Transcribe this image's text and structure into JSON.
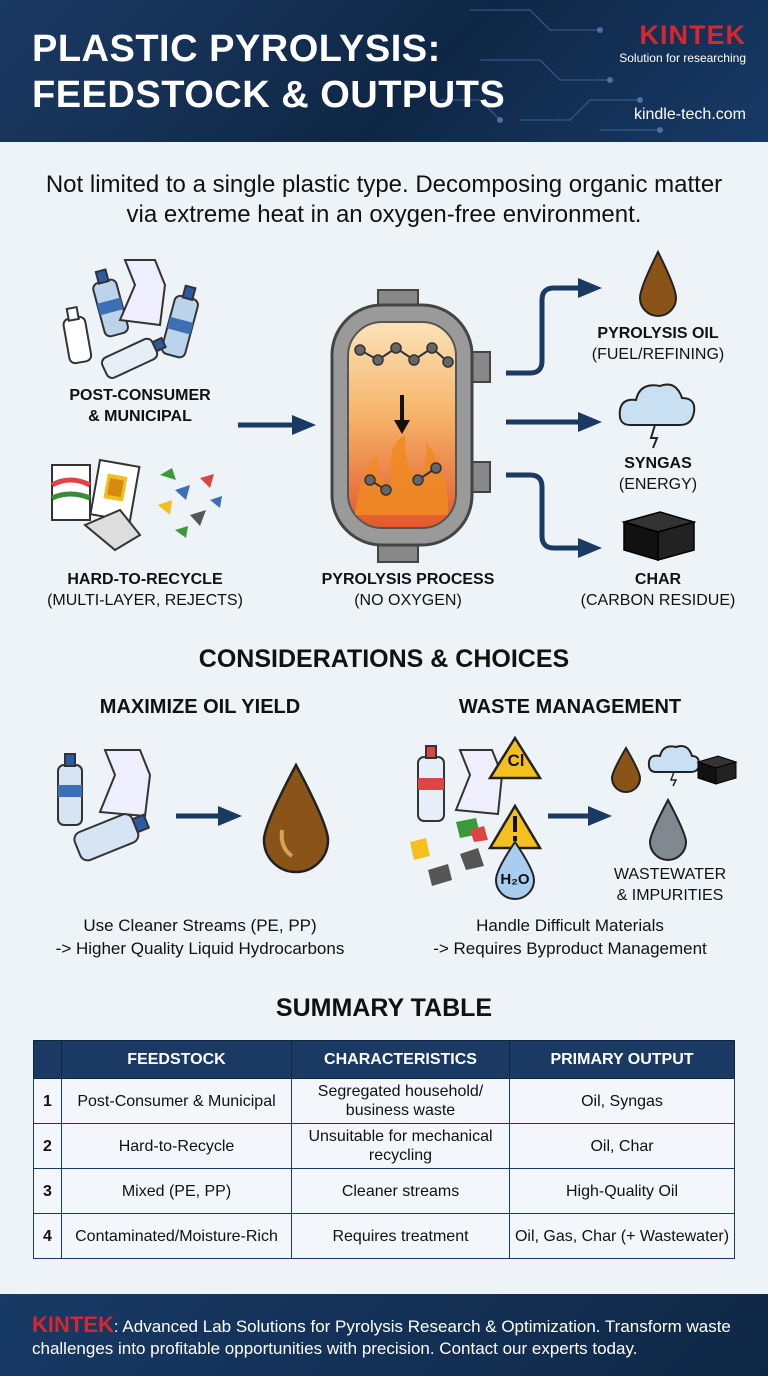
{
  "header": {
    "title_line1": "PLASTIC PYROLYSIS:",
    "title_line2": "FEEDSTOCK & OUTPUTS",
    "brand": "KINTEK",
    "tagline": "Solution for researching",
    "website": "kindle-tech.com"
  },
  "intro": "Not limited to a single plastic type. Decomposing organic matter via extreme heat in an oxygen-free environment.",
  "flow": {
    "input1": {
      "title": "POST-CONSUMER",
      "sub": "& MUNICIPAL"
    },
    "input2": {
      "title": "HARD-TO-RECYCLE",
      "sub": "(MULTI-LAYER, REJECTS)"
    },
    "process": {
      "title": "PYROLYSIS PROCESS",
      "sub": "(NO OXYGEN)"
    },
    "output1": {
      "title": "PYROLYSIS OIL",
      "sub": "(FUEL/REFINING)"
    },
    "output2": {
      "title": "SYNGAS",
      "sub": "(ENERGY)"
    },
    "output3": {
      "title": "CHAR",
      "sub": "(CARBON RESIDUE)"
    }
  },
  "considerations": {
    "heading": "CONSIDERATIONS & CHOICES",
    "left": {
      "heading": "MAXIMIZE OIL YIELD",
      "line1": "Use Cleaner Streams (PE, PP)",
      "line2": "-> Higher Quality Liquid Hydrocarbons"
    },
    "right": {
      "heading": "WASTE MANAGEMENT",
      "line1": "Handle Difficult Materials",
      "line2": "-> Requires Byproduct Management",
      "warning_cl": "Cl",
      "water": "H₂O",
      "wastewater1": "WASTEWATER",
      "wastewater2": "& IMPURITIES"
    }
  },
  "summary": {
    "heading": "SUMMARY TABLE",
    "columns": [
      "",
      "FEEDSTOCK",
      "CHARACTERISTICS",
      "PRIMARY OUTPUT"
    ],
    "rows": [
      {
        "num": "1",
        "feedstock": "Post-Consumer & Municipal",
        "characteristics": "Segregated household/ business waste",
        "output": "Oil, Syngas"
      },
      {
        "num": "2",
        "feedstock": "Hard-to-Recycle",
        "characteristics": "Unsuitable for mechanical recycling",
        "output": "Oil, Char"
      },
      {
        "num": "3",
        "feedstock": "Mixed (PE, PP)",
        "characteristics": "Cleaner streams",
        "output": "High-Quality Oil"
      },
      {
        "num": "4",
        "feedstock": "Contaminated/Moisture-Rich",
        "characteristics": "Requires treatment",
        "output": "Oil, Gas, Char (+ Wastewater)"
      }
    ]
  },
  "footer": {
    "brand": "KINTEK",
    "text": ": Advanced Lab Solutions for Pyrolysis Research & Optimization. Transform waste challenges into profitable opportunities with precision. Contact our experts today."
  },
  "colors": {
    "navy": "#1b3a63",
    "red": "#d7262e",
    "oil": "#7a4a12",
    "background": "#eef3f8"
  }
}
